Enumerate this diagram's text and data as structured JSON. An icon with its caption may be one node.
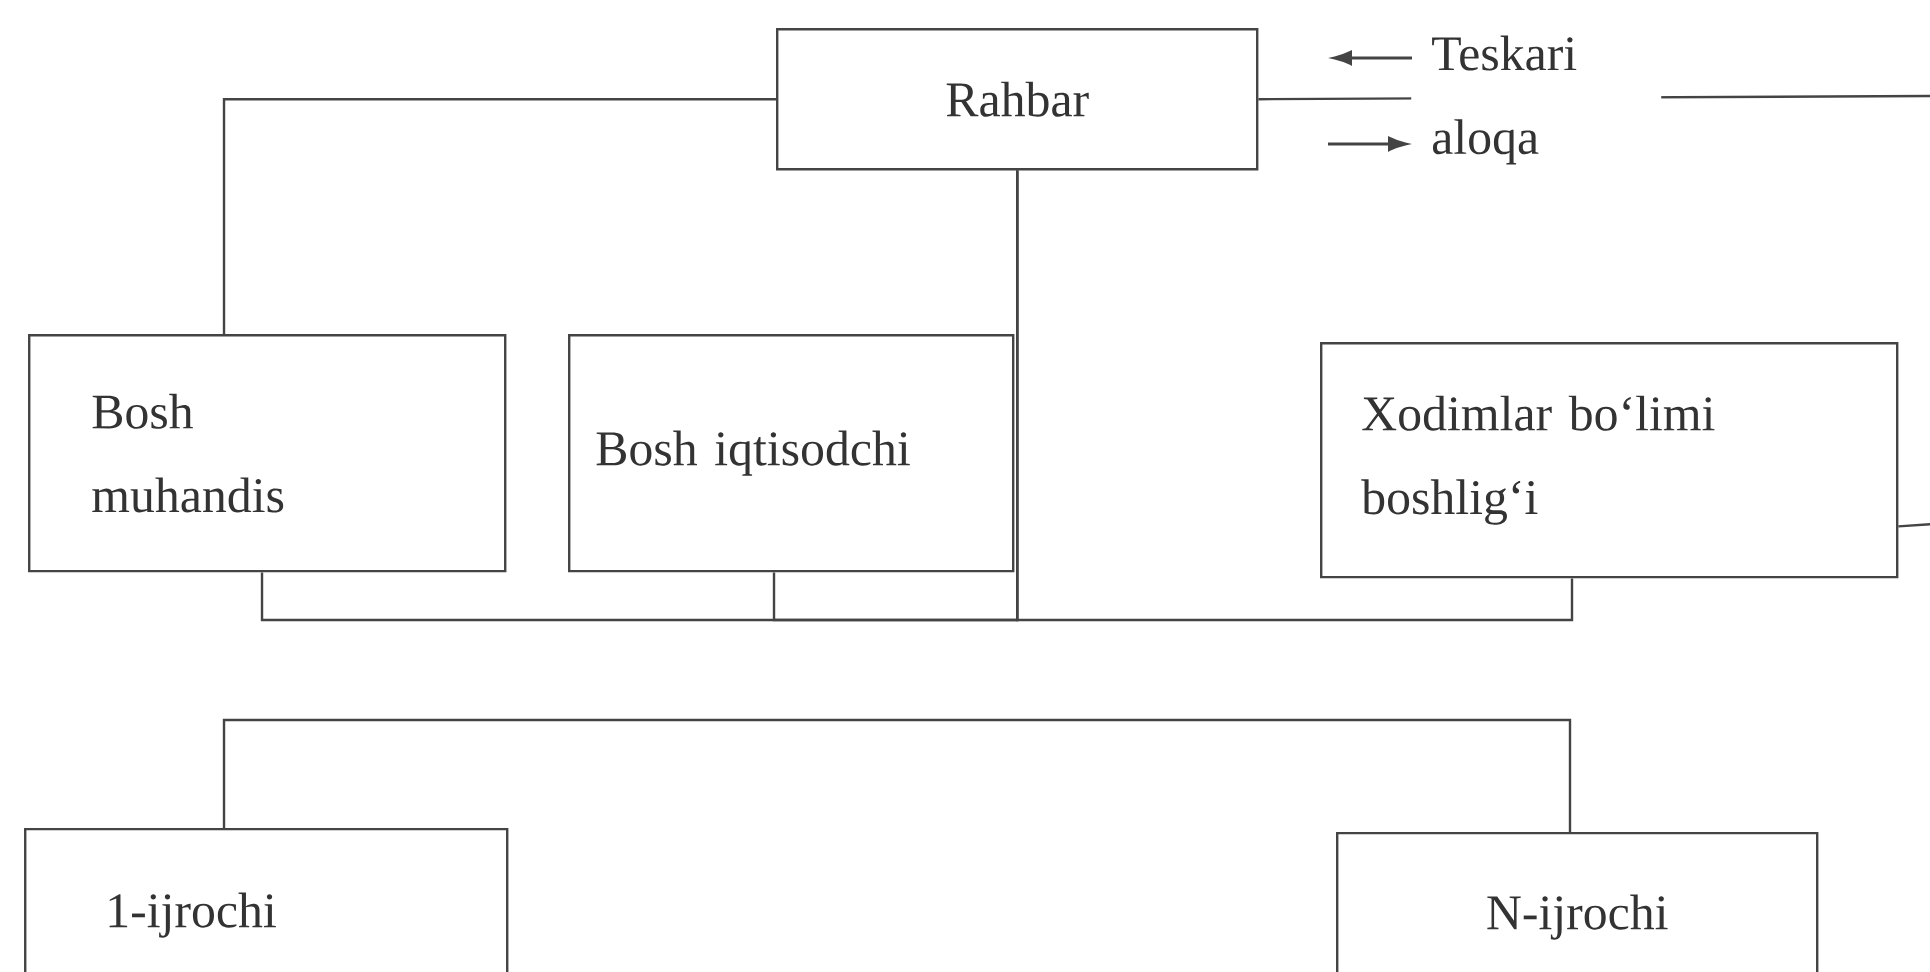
{
  "diagram": {
    "nodes": [
      {
        "text": [
          "Rahbar"
        ]
      },
      {
        "text": [
          "Bosh muhandis"
        ]
      },
      {
        "text": [
          "Bosh iqtisodchi"
        ]
      },
      {
        "text": [
          "Xodimlar bo‘limi boshlig‘i"
        ]
      },
      {
        "text": [
          "1-ijrochi"
        ]
      },
      {
        "text": [
          "N-ijrochi"
        ]
      }
    ],
    "edges": [
      {
        "from": 0,
        "to": 1,
        "arrow": "none"
      },
      {
        "from": 0,
        "to": 1,
        "arrow": "none"
      },
      {
        "from": 0,
        "to": 2,
        "arrow": "none"
      },
      {
        "from": 0,
        "to": 3,
        "arrow": "none"
      },
      {
        "from": 0,
        "to": null,
        "arrow": "none",
        "label": "Teskari aloqa"
      },
      {
        "from": 3,
        "to": null,
        "arrow": "none"
      },
      {
        "from": 4,
        "to": 5,
        "arrow": "none"
      }
    ]
  }
}
